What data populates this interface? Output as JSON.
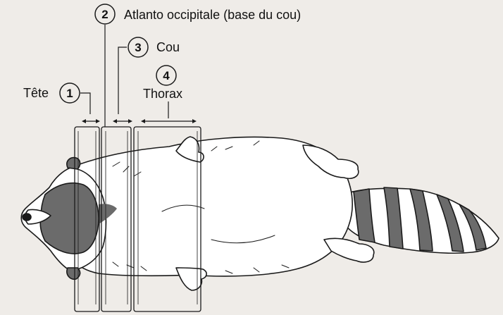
{
  "labels": [
    {
      "number": "1",
      "text": "Tête"
    },
    {
      "number": "2",
      "text": "Atlanto occipitale (base du cou)"
    },
    {
      "number": "3",
      "text": "Cou"
    },
    {
      "number": "4",
      "text": "Thorax"
    }
  ],
  "colors": {
    "background": "#efece8",
    "outline": "#1a1a1a",
    "mask": "#6b6b6b",
    "tail_band": "#6b6b6b"
  }
}
